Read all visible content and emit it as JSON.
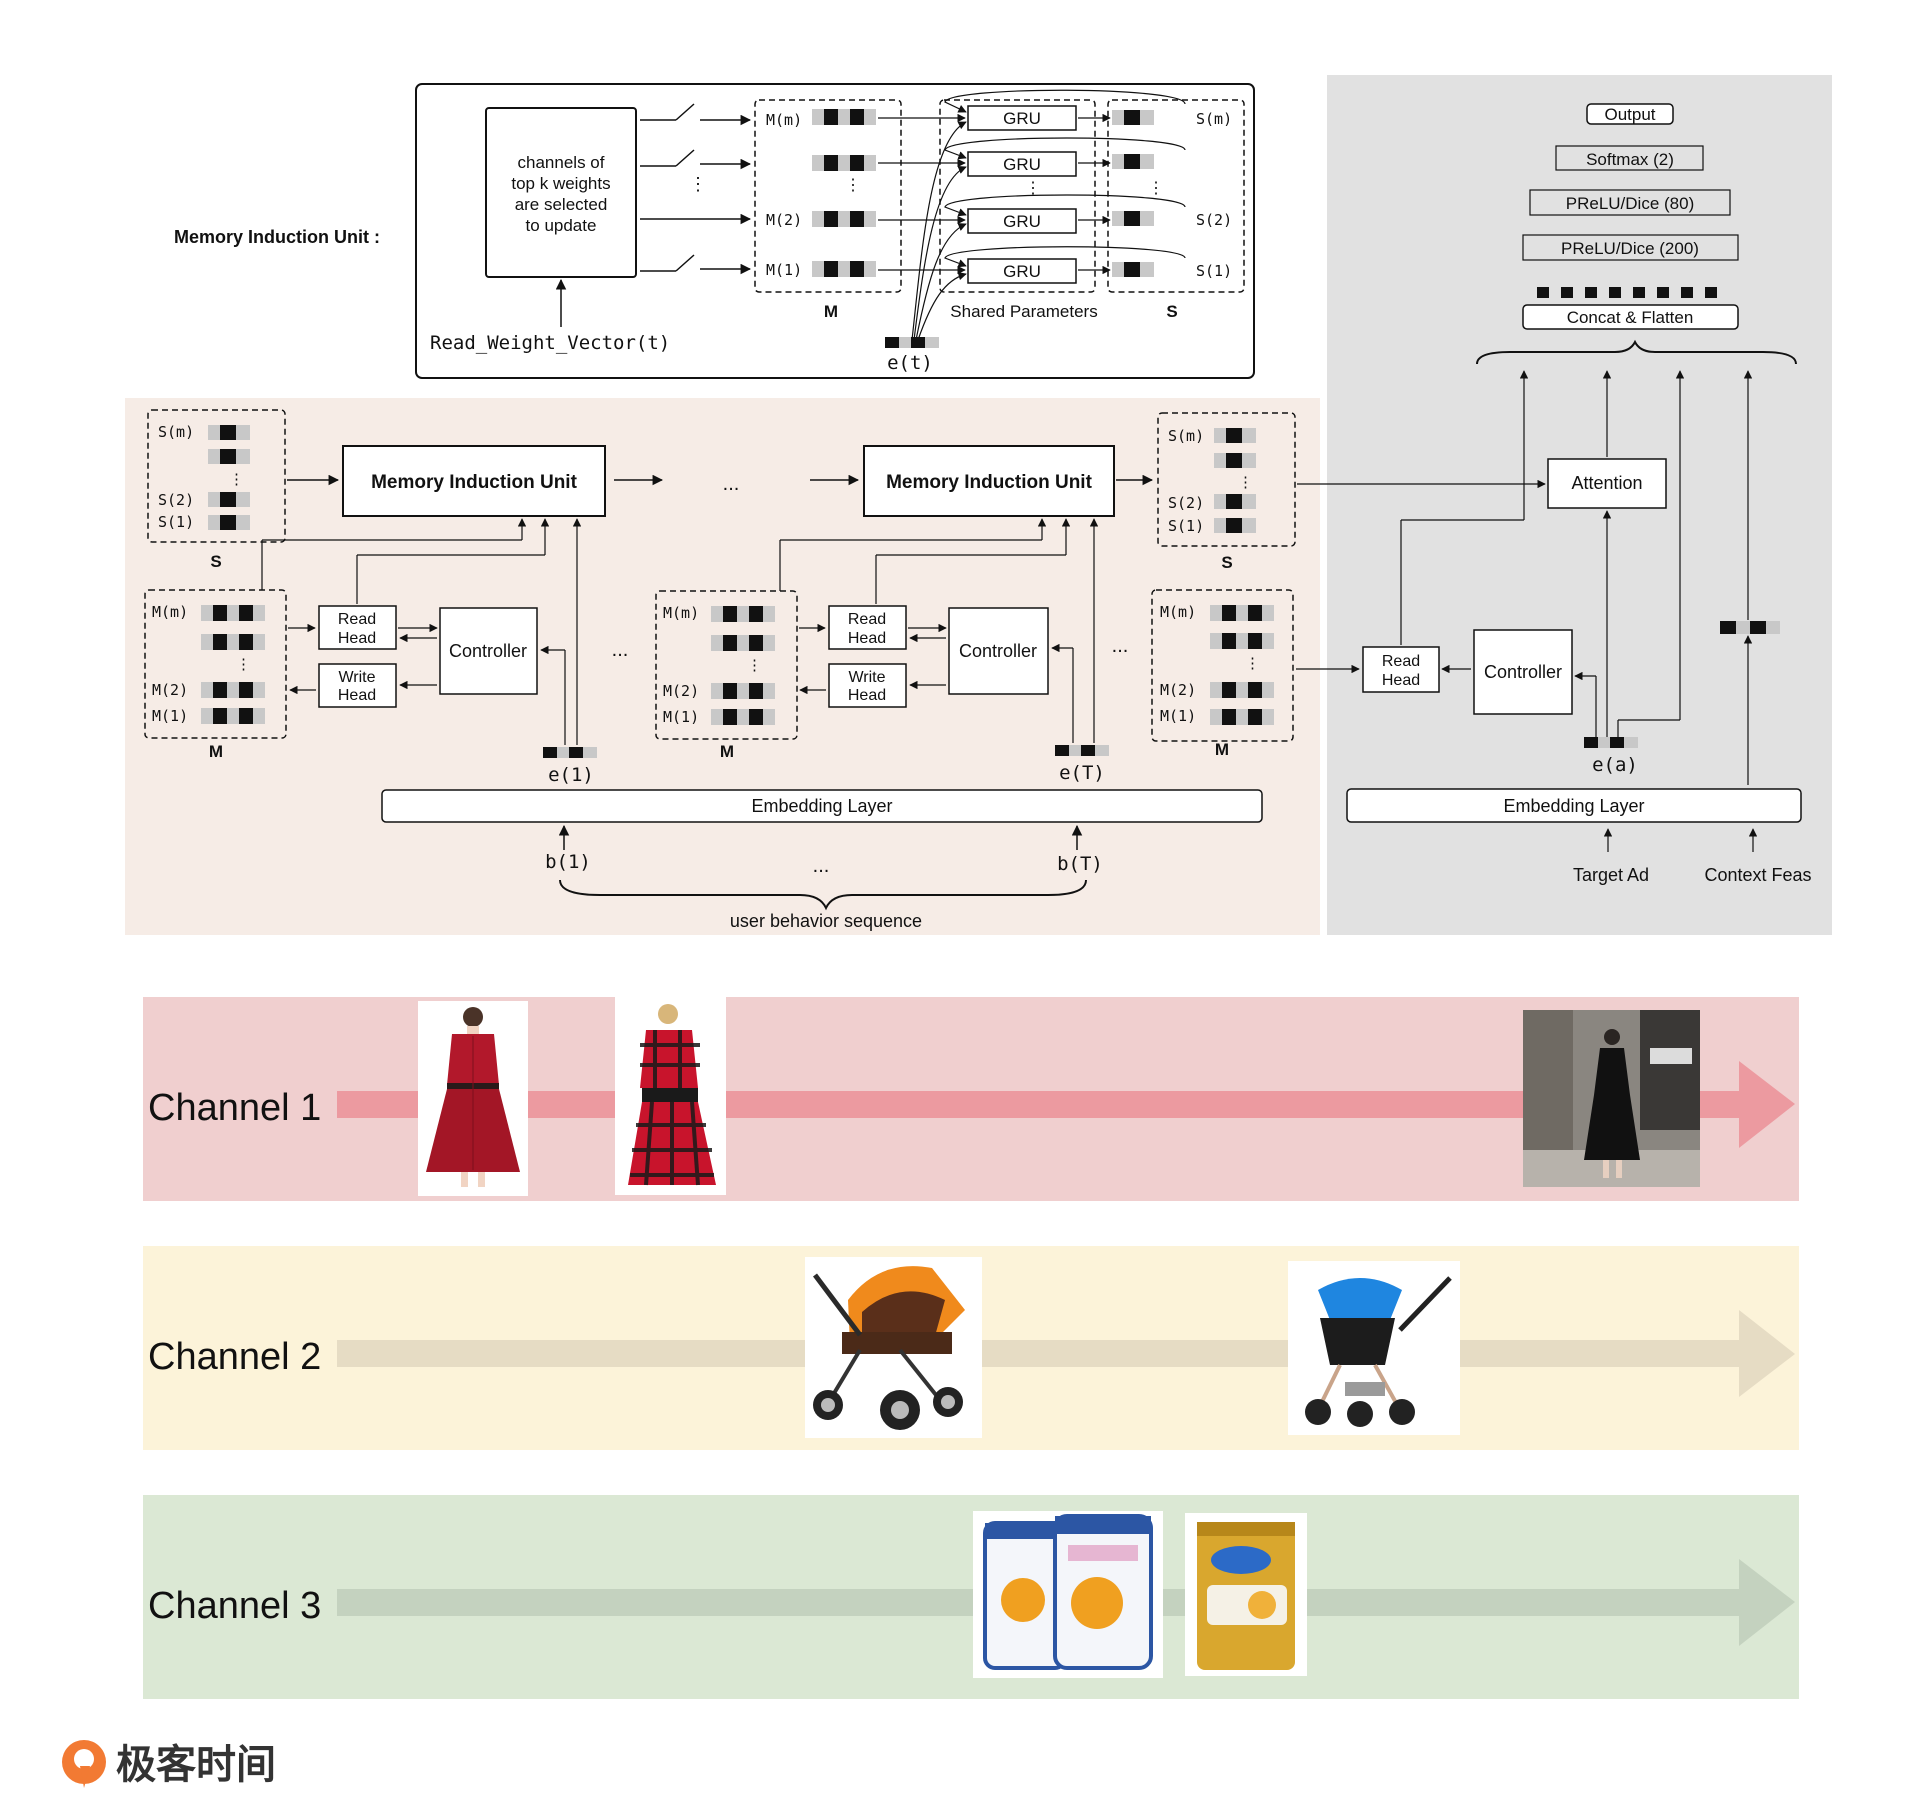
{
  "miu_detail": {
    "label": "Memory Induction Unit :",
    "selector_text": [
      "channels of",
      "top k weights",
      "are selected",
      "to update"
    ],
    "read_weight_vector": "Read_Weight_Vector(t)",
    "mem_rows": [
      "M(m)",
      "M(2)",
      "M(1)"
    ],
    "state_rows": [
      "S(m)",
      "S(2)",
      "S(1)"
    ],
    "gru": "GRU",
    "shared_parameters": "Shared Parameters",
    "m_caption": "M",
    "s_caption": "S",
    "input": "e(t)"
  },
  "main": {
    "miu_box": "Memory Induction Unit",
    "ellipsis": "...",
    "read_head": [
      "Read",
      "Head"
    ],
    "write_head": [
      "Write",
      "Head"
    ],
    "controller": "Controller",
    "embedding_layer": "Embedding Layer",
    "e1": "e(1)",
    "eT": "e(T)",
    "b1": "b(1)",
    "bT": "b(T)",
    "sequence": "user behavior sequence",
    "m_caption": "M",
    "s_caption": "S",
    "mem_rows": [
      "M(m)",
      "M(2)",
      "M(1)"
    ],
    "state_rows": [
      "S(m)",
      "S(2)",
      "S(1)"
    ]
  },
  "right_panel": {
    "output": "Output",
    "softmax": "Softmax (2)",
    "prelu80": "PReLU/Dice (80)",
    "prelu200": "PReLU/Dice (200)",
    "concat": "Concat & Flatten",
    "attention": "Attention",
    "read_head": [
      "Read",
      "Head"
    ],
    "controller": "Controller",
    "ea": "e(a)",
    "embedding_layer": "Embedding Layer",
    "target_ad": "Target Ad",
    "context_feas": "Context Feas"
  },
  "channels": [
    {
      "label": "Channel 1",
      "bg": "#f0cfcf",
      "arrow": "#ec9aa0"
    },
    {
      "label": "Channel 2",
      "bg": "#fcf3d9",
      "arrow": "#e6dcc4"
    },
    {
      "label": "Channel 3",
      "bg": "#dbe8d4",
      "arrow": "#c4d2bf"
    }
  ],
  "brand": {
    "name": "极客时间",
    "color": "#f27a33",
    "text_color": "#333333"
  },
  "colors": {
    "main_panel": "#f6ece6",
    "right_panel": "#e1e1e1"
  }
}
